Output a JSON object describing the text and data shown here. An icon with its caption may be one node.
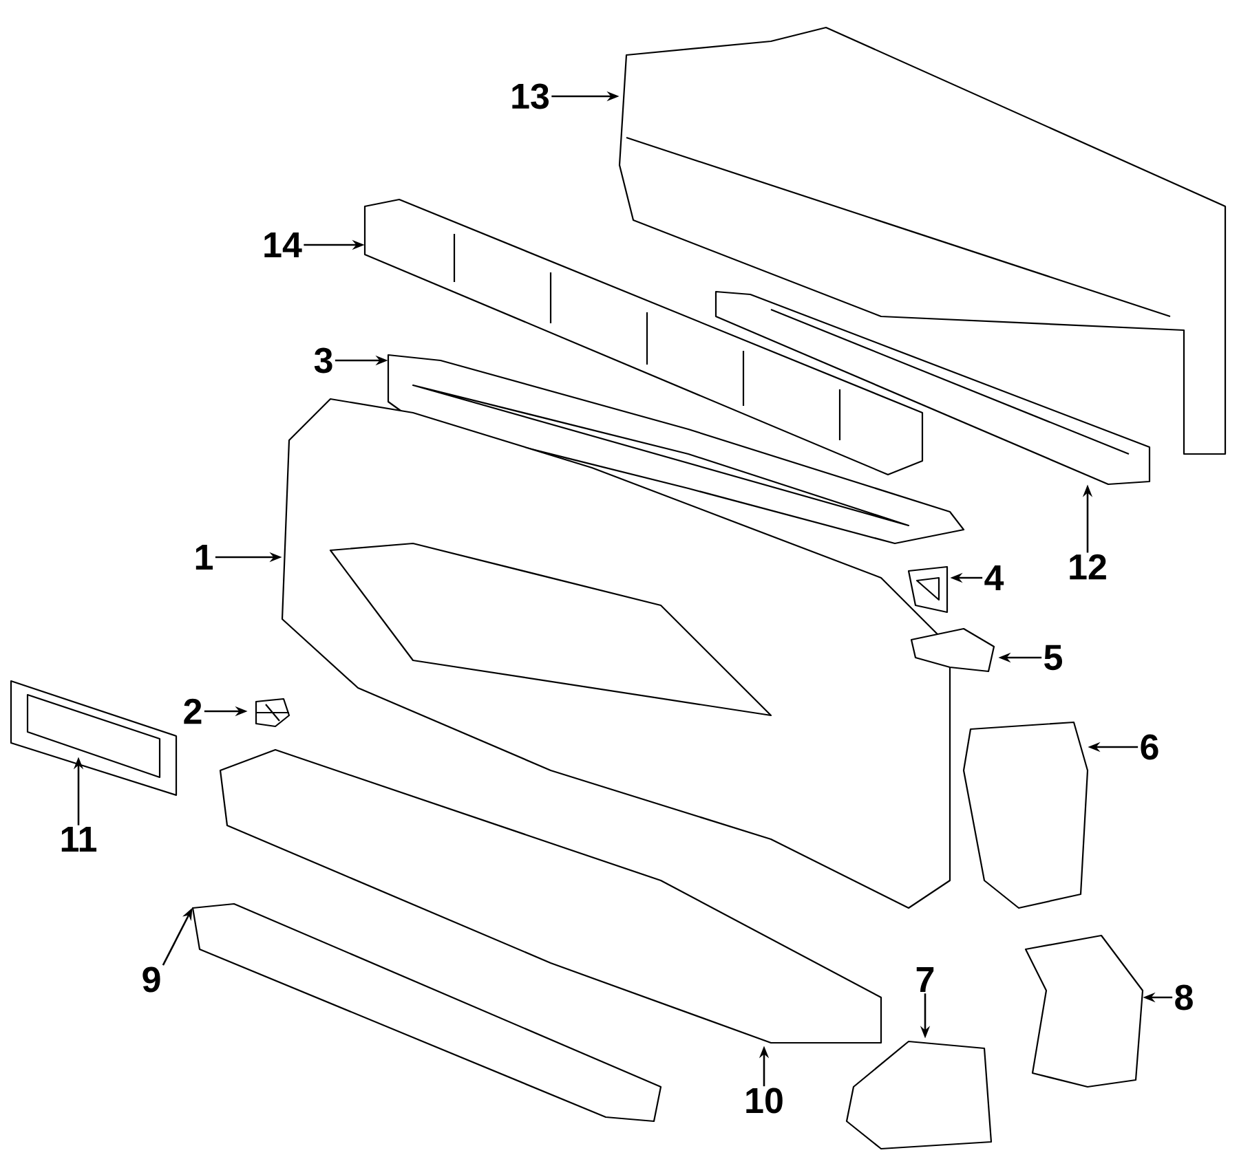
{
  "diagram": {
    "nodes": [
      {
        "text": [
          "1"
        ]
      },
      {
        "text": [
          "2"
        ]
      },
      {
        "text": [
          "3"
        ]
      },
      {
        "text": [
          "4"
        ]
      },
      {
        "text": [
          "5"
        ]
      },
      {
        "text": [
          "6"
        ]
      },
      {
        "text": [
          "7"
        ]
      },
      {
        "text": [
          "8"
        ]
      },
      {
        "text": [
          "9"
        ]
      },
      {
        "text": [
          "10"
        ]
      },
      {
        "text": [
          "11"
        ]
      },
      {
        "text": [
          "12"
        ]
      },
      {
        "text": [
          "13"
        ]
      },
      {
        "text": [
          "14"
        ]
      },
      {
        "text": [],
        "shape": "picture"
      },
      {
        "text": [],
        "shape": "picture"
      },
      {
        "text": [],
        "shape": "picture"
      },
      {
        "text": [],
        "shape": "picture"
      },
      {
        "text": [],
        "shape": "picture"
      },
      {
        "text": [],
        "shape": "picture"
      },
      {
        "text": [],
        "shape": "picture"
      },
      {
        "text": [],
        "shape": "picture"
      },
      {
        "text": [],
        "shape": "picture"
      },
      {
        "text": [],
        "shape": "picture"
      },
      {
        "text": [],
        "shape": "picture"
      },
      {
        "text": [],
        "shape": "picture"
      },
      {
        "text": [],
        "shape": "picture"
      },
      {
        "text": [],
        "shape": "picture"
      }
    ],
    "edges": [
      {
        "from": 0,
        "to": 14,
        "arrow": "to"
      },
      {
        "from": 1,
        "to": 15,
        "arrow": "to"
      },
      {
        "from": 2,
        "to": 16,
        "arrow": "to"
      },
      {
        "from": 3,
        "to": 17,
        "arrow": "to"
      },
      {
        "from": 4,
        "to": 18,
        "arrow": "to"
      },
      {
        "from": 5,
        "to": 19,
        "arrow": "to"
      },
      {
        "from": 6,
        "to": 20,
        "arrow": "to"
      },
      {
        "from": 7,
        "to": 21,
        "arrow": "to"
      },
      {
        "from": 8,
        "to": 22,
        "arrow": "to"
      },
      {
        "from": 9,
        "to": 23,
        "arrow": "to"
      },
      {
        "from": 10,
        "to": 24,
        "arrow": "to"
      },
      {
        "from": 11,
        "to": 25,
        "arrow": "to"
      },
      {
        "from": 12,
        "to": 26,
        "arrow": "to"
      },
      {
        "from": 13,
        "to": 27,
        "arrow": "to"
      }
    ]
  }
}
